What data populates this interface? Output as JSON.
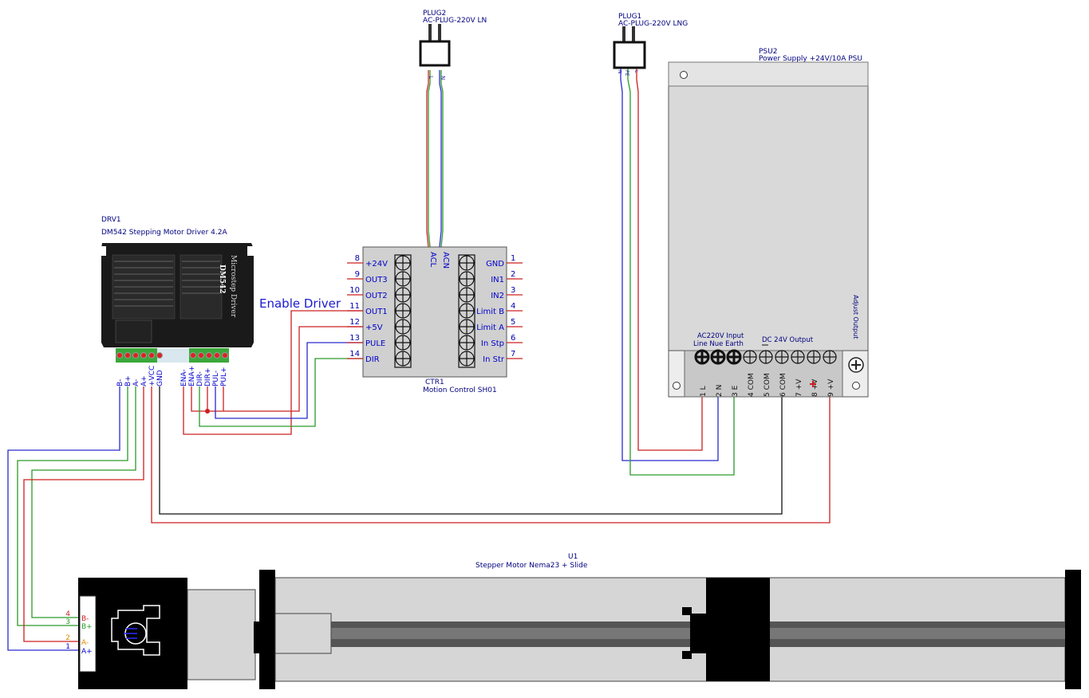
{
  "colors": {
    "wire_red": "#cc2020",
    "wire_blue": "#2a2ad0",
    "wire_green": "#2a9a2a",
    "wire_black": "#111111",
    "label_blue": "#0000cc",
    "label_navy": "#000080"
  },
  "plug2": {
    "ref": "PLUG2",
    "name": "AC-PLUG-220V LN",
    "pins": [
      "L",
      "N"
    ]
  },
  "plug1": {
    "ref": "PLUG1",
    "name": "AC-PLUG-220V LNG",
    "pins": [
      "N",
      "PE",
      "L"
    ]
  },
  "psu": {
    "ref": "PSU2",
    "name": "Power Supply +24V/10A PSU",
    "input_label": "AC220V Input",
    "input_sub": "Line Nue Earth",
    "output_label": "DC 24V Output",
    "adjust_label": "Adjust Output",
    "terminals": [
      {
        "num": "1",
        "name": "L"
      },
      {
        "num": "2",
        "name": "N"
      },
      {
        "num": "3",
        "name": "E"
      },
      {
        "num": "4",
        "name": "COM"
      },
      {
        "num": "5",
        "name": "COM"
      },
      {
        "num": "6",
        "name": "COM"
      },
      {
        "num": "7",
        "name": "+V"
      },
      {
        "num": "8",
        "name": "+V"
      },
      {
        "num": "9",
        "name": "+V"
      }
    ]
  },
  "driver": {
    "ref": "DRV1",
    "name": "DM542 Stepping Motor Driver 4.2A",
    "brand": "Microstep Driver",
    "model": "DM542",
    "pins": [
      "B-",
      "B+",
      "A-",
      "A+",
      "+VCC",
      "GND",
      "ENA-",
      "ENA+",
      "DIR-",
      "DIR+",
      "PUL-",
      "PUL+"
    ]
  },
  "controller": {
    "ref": "CTR1",
    "name": "Motion Control SH01",
    "top_pins": [
      "ACL",
      "ACN"
    ],
    "left_pins": [
      {
        "num": "8",
        "name": "+24V"
      },
      {
        "num": "9",
        "name": "OUT3"
      },
      {
        "num": "10",
        "name": "OUT2"
      },
      {
        "num": "11",
        "name": "OUT1"
      },
      {
        "num": "12",
        "name": "+5V"
      },
      {
        "num": "13",
        "name": "PULE"
      },
      {
        "num": "14",
        "name": "DIR"
      }
    ],
    "right_pins": [
      {
        "num": "1",
        "name": "GND"
      },
      {
        "num": "2",
        "name": "IN1"
      },
      {
        "num": "3",
        "name": "IN2"
      },
      {
        "num": "4",
        "name": "Limit B"
      },
      {
        "num": "5",
        "name": "Limit A"
      },
      {
        "num": "6",
        "name": "In Stp"
      },
      {
        "num": "7",
        "name": "In Str"
      }
    ]
  },
  "annotation": {
    "enable": "Enable Driver"
  },
  "motor": {
    "ref": "U1",
    "name": "Stepper Motor Nema23 + Slide",
    "pins": [
      {
        "num": "4",
        "name": "B-"
      },
      {
        "num": "3",
        "name": "B+"
      },
      {
        "num": "2",
        "name": "A-"
      },
      {
        "num": "1",
        "name": "A+"
      }
    ]
  }
}
